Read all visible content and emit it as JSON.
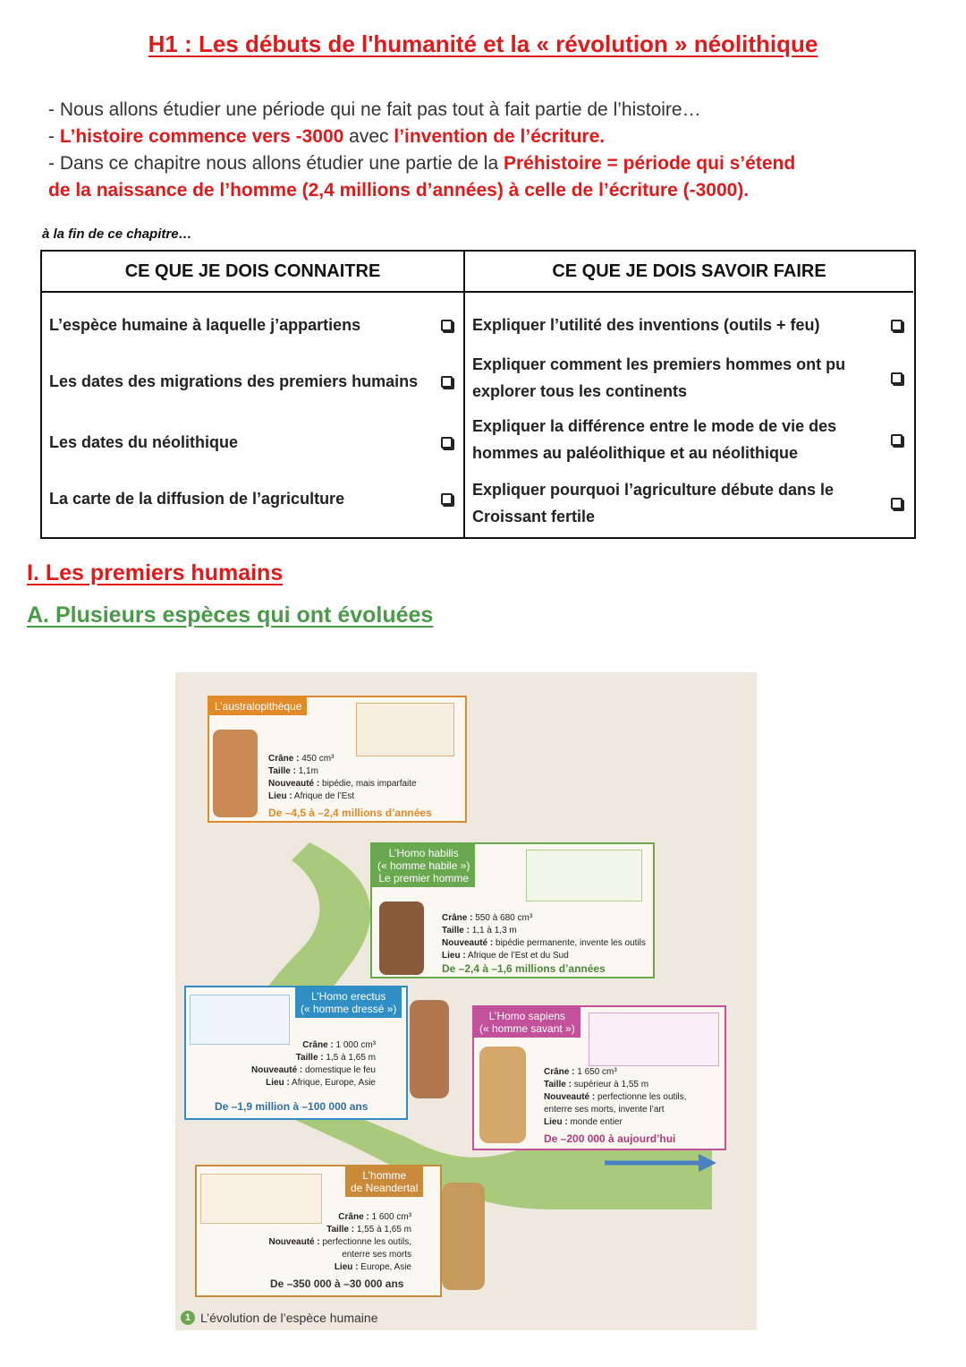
{
  "title": "H1 : Les débuts de l'humanité et la « révolution » néolithique",
  "intro": {
    "line1": "- Nous allons étudier une période qui ne fait pas tout à fait partie de l’histoire…",
    "line2_prefix": "- ",
    "line2_red1": "L’histoire commence vers -3000",
    "line2_mid": " avec ",
    "line2_red2": "l’invention de l’écriture.",
    "line3_prefix": "- Dans ce chapitre nous allons étudier une partie de la ",
    "line3_red": "Préhistoire = période qui s’étend",
    "line4_red": "de la naissance de l’homme (2,4 millions d’années) à celle de l’écriture (-3000)."
  },
  "fin_chapitre": "à la fin de ce chapitre…",
  "skills": {
    "left_header": "CE QUE JE DOIS CONNAITRE",
    "right_header": "CE QUE JE DOIS SAVOIR FAIRE",
    "left_items": [
      "L’espèce humaine à laquelle j’appartiens",
      "Les dates des migrations des premiers humains",
      "Les dates du néolithique",
      "La carte de la diffusion de l’agriculture"
    ],
    "right_items": [
      "Expliquer l’utilité des inventions (outils + feu)",
      "Expliquer comment les premiers hommes ont pu explorer tous les continents",
      "Expliquer la différence entre le mode de vie des hommes au paléolithique et au néolithique",
      "Expliquer pourquoi l’agriculture débute dans le Croissant fertile"
    ]
  },
  "section_title": "I. Les premiers humains",
  "subsection_title": "A. Plusieurs espèces qui ont évoluées",
  "figure": {
    "caption_number": "1",
    "caption": "L’évolution de l’espèce humaine",
    "species": [
      {
        "name": "L’australopithèque",
        "crane": "450 cm³",
        "taille": "1,1m",
        "nouveaute": "bipédie, mais imparfaite",
        "lieu": "Afrique de l’Est",
        "date": "De –4,5 à –2,4 millions d’années",
        "color": "#e08a2a"
      },
      {
        "name_l1": "L’Homo habilis",
        "name_l2": "(« homme habile »)",
        "name_l3": "Le premier homme",
        "crane": "550 à 680 cm³",
        "taille": "1,1 à 1,3 m",
        "nouveaute": "bipédie permanente, invente les outils",
        "lieu": "Afrique de l’Est et du Sud",
        "date": "De –2,4 à –1,6 millions d’années",
        "color": "#6aa84f"
      },
      {
        "name_l1": "L’Homo erectus",
        "name_l2": "(« homme dressé »)",
        "crane": "1 000 cm³",
        "taille": "1,5 à 1,65 m",
        "nouveaute": "domestique le feu",
        "lieu": "Afrique, Europe, Asie",
        "date": "De –1,9 million à –100 000 ans",
        "color": "#2f8fc4"
      },
      {
        "name_l1": "L’Homo sapiens",
        "name_l2": "(« homme savant »)",
        "crane": "1 650 cm³",
        "taille": "supérieur à 1,55 m",
        "nouveaute_l1": "perfectionne les outils,",
        "nouveaute_l2": "enterre ses morts, invente l’art",
        "lieu": "monde entier",
        "date": "De –200 000 à aujourd’hui",
        "color": "#c2509a"
      },
      {
        "name_l1": "L’homme",
        "name_l2": "de Neandertal",
        "crane": "1 600 cm³",
        "taille": "1,55 à 1,65 m",
        "nouveaute_l1": "perfectionne les outils,",
        "nouveaute_l2": "enterre ses morts",
        "lieu": "Europe, Asie",
        "date": "De –350 000 à –30 000 ans",
        "color": "#c98a3a"
      }
    ],
    "labels": {
      "crane": "Crâne :",
      "taille": "Taille :",
      "nouveaute": "Nouveauté :",
      "lieu": "Lieu :"
    }
  }
}
